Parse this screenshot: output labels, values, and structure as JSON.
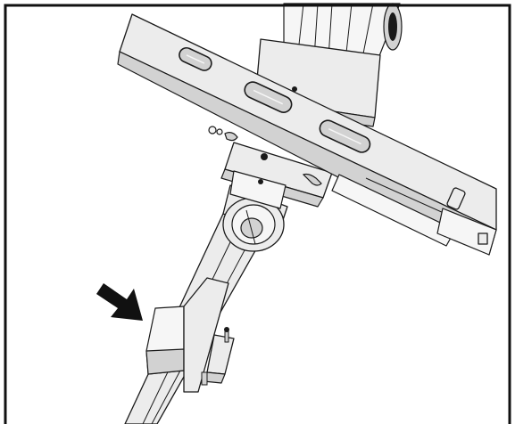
{
  "figure": {
    "kind": "technical-line-drawing",
    "subject": "mechanical-bracket-assembly",
    "has_frame_border": true,
    "has_callout_arrow": true,
    "callout_arrow_direction": "down-right",
    "colors": {
      "background": "#ffffff",
      "part_fill": "#ececec",
      "part_fill_light": "#f6f6f6",
      "part_shade": "#d2d2d2",
      "outline": "#1a1a1a",
      "arrow": "#111111",
      "frame": "#111111"
    }
  }
}
